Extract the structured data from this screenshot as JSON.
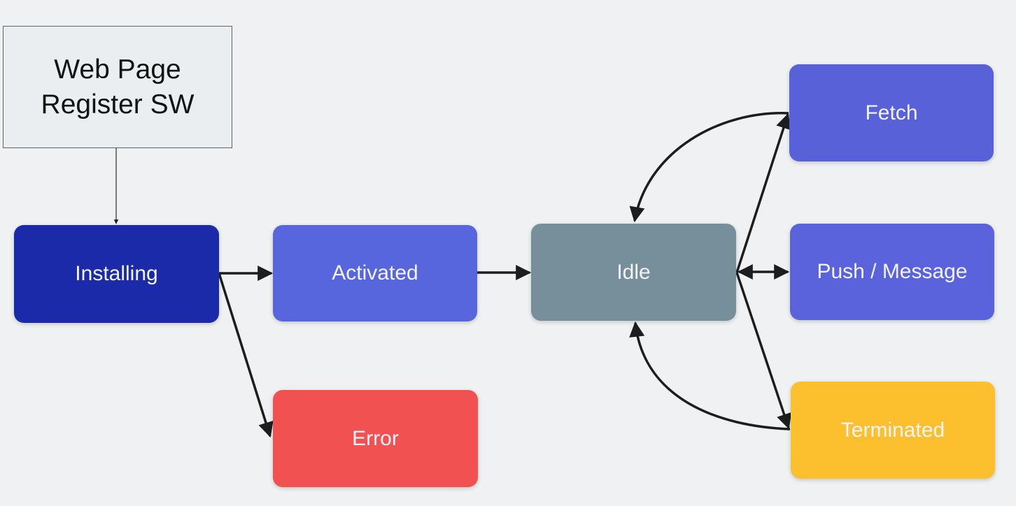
{
  "nodes": {
    "register_line1": "Web Page",
    "register_line2": "Register SW",
    "installing": "Installing",
    "activated": "Activated",
    "idle": "Idle",
    "fetch": "Fetch",
    "push": "Push / Message",
    "error": "Error",
    "terminated": "Terminated"
  },
  "colors": {
    "background": "#eff1f2",
    "register_fill": "#ebeef0",
    "installing": "#1a2aa8",
    "activated": "#5866de",
    "idle": "#778e9b",
    "fetch": "#5861d8",
    "push": "#5a63dc",
    "error": "#f25152",
    "terminated": "#fcc02f",
    "arrow": "#1b1d1f"
  },
  "edges": [
    {
      "from": "register",
      "to": "installing"
    },
    {
      "from": "installing",
      "to": "activated"
    },
    {
      "from": "installing",
      "to": "error"
    },
    {
      "from": "activated",
      "to": "idle"
    },
    {
      "from": "idle",
      "to": "fetch"
    },
    {
      "from": "fetch",
      "to": "idle"
    },
    {
      "from": "idle",
      "to": "push"
    },
    {
      "from": "push",
      "to": "idle"
    },
    {
      "from": "idle",
      "to": "terminated"
    },
    {
      "from": "terminated",
      "to": "idle"
    }
  ]
}
